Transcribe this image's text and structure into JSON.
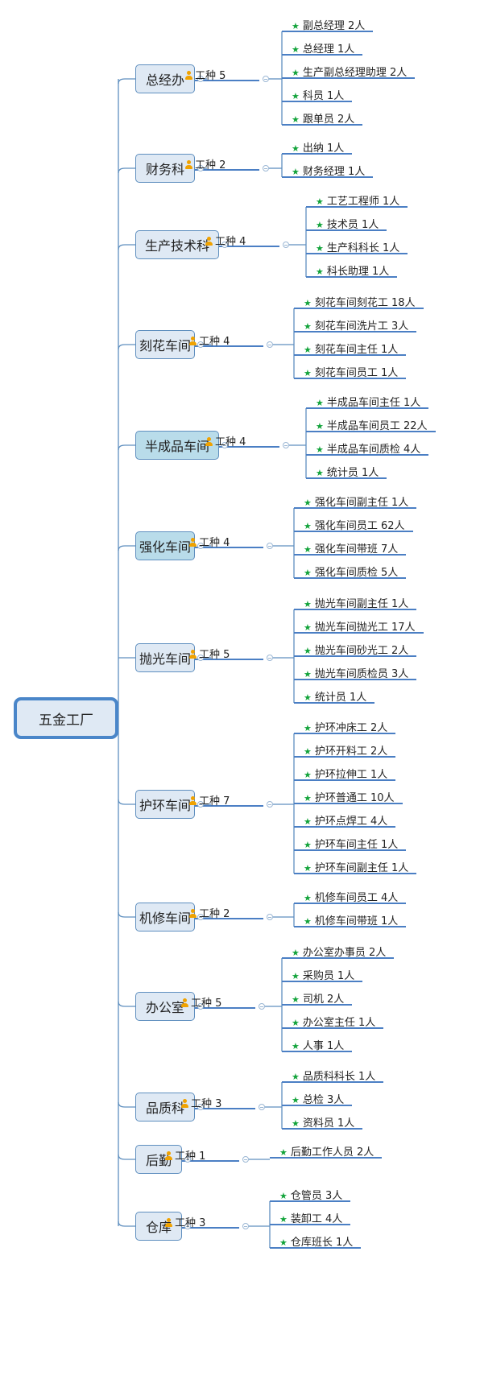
{
  "root": "五金工厂",
  "colors": {
    "line": "#5f8fbf",
    "underline": "#4b7fc4",
    "box_fill": "#dfe9f4",
    "box_highlight": "#b9dcea",
    "star": "#12a33a",
    "person": "#f0a200"
  },
  "icons": {
    "leaf": "star-icon",
    "role_group": "person-icon",
    "toggle": "collapse-icon"
  },
  "departments": [
    {
      "name": "总经办",
      "roles": "工种 5",
      "items": [
        "副总经理 2人",
        "总经理 1人",
        "生产副总经理助理 2人",
        "科员 1人",
        "跟单员 2人"
      ]
    },
    {
      "name": "财务科",
      "roles": "工种 2",
      "items": [
        "出纳 1人",
        "财务经理 1人"
      ]
    },
    {
      "name": "生产技术科",
      "roles": "工种 4",
      "items": [
        "工艺工程师 1人",
        "技术员 1人",
        "生产科科长 1人",
        "科长助理 1人"
      ]
    },
    {
      "name": "刻花车间",
      "roles": "工种 4",
      "items": [
        "刻花车间刻花工 18人",
        "刻花车间洗片工 3人",
        "刻花车间主任 1人",
        "刻花车间员工 1人"
      ]
    },
    {
      "name": "半成品车间",
      "roles": "工种 4",
      "highlight": true,
      "items": [
        "半成品车间主任 1人",
        "半成品车间员工 22人",
        "半成品车间质检 4人",
        "统计员 1人"
      ]
    },
    {
      "name": "强化车间",
      "roles": "工种 4",
      "highlight": true,
      "items": [
        "强化车间副主任 1人",
        "强化车间员工 62人",
        "强化车间带班 7人",
        "强化车间质检 5人"
      ]
    },
    {
      "name": "抛光车间",
      "roles": "工种 5",
      "items": [
        "抛光车间副主任 1人",
        "抛光车间抛光工 17人",
        "抛光车间砂光工 2人",
        "抛光车间质检员 3人",
        "统计员 1人"
      ]
    },
    {
      "name": "护环车间",
      "roles": "工种 7",
      "items": [
        "护环冲床工 2人",
        "护环开料工 2人",
        "护环拉伸工 1人",
        "护环普通工 10人",
        "护环点焊工 4人",
        "护环车间主任 1人",
        "护环车间副主任 1人"
      ]
    },
    {
      "name": "机修车间",
      "roles": "工种 2",
      "items": [
        "机修车间员工 4人",
        "机修车间带班 1人"
      ]
    },
    {
      "name": "办公室",
      "roles": "工种 5",
      "items": [
        "办公室办事员 2人",
        "采购员 1人",
        "司机 2人",
        "办公室主任 1人",
        "人事 1人"
      ]
    },
    {
      "name": "品质科",
      "roles": "工种 3",
      "items": [
        "品质科科长 1人",
        "总检 3人",
        "资料员 1人"
      ]
    },
    {
      "name": "后勤",
      "roles": "工种 1",
      "items": [
        "后勤工作人员 2人"
      ]
    },
    {
      "name": "仓库",
      "roles": "工种 3",
      "items": [
        "仓管员 3人",
        "装卸工 4人",
        "仓库班长 1人"
      ]
    }
  ]
}
